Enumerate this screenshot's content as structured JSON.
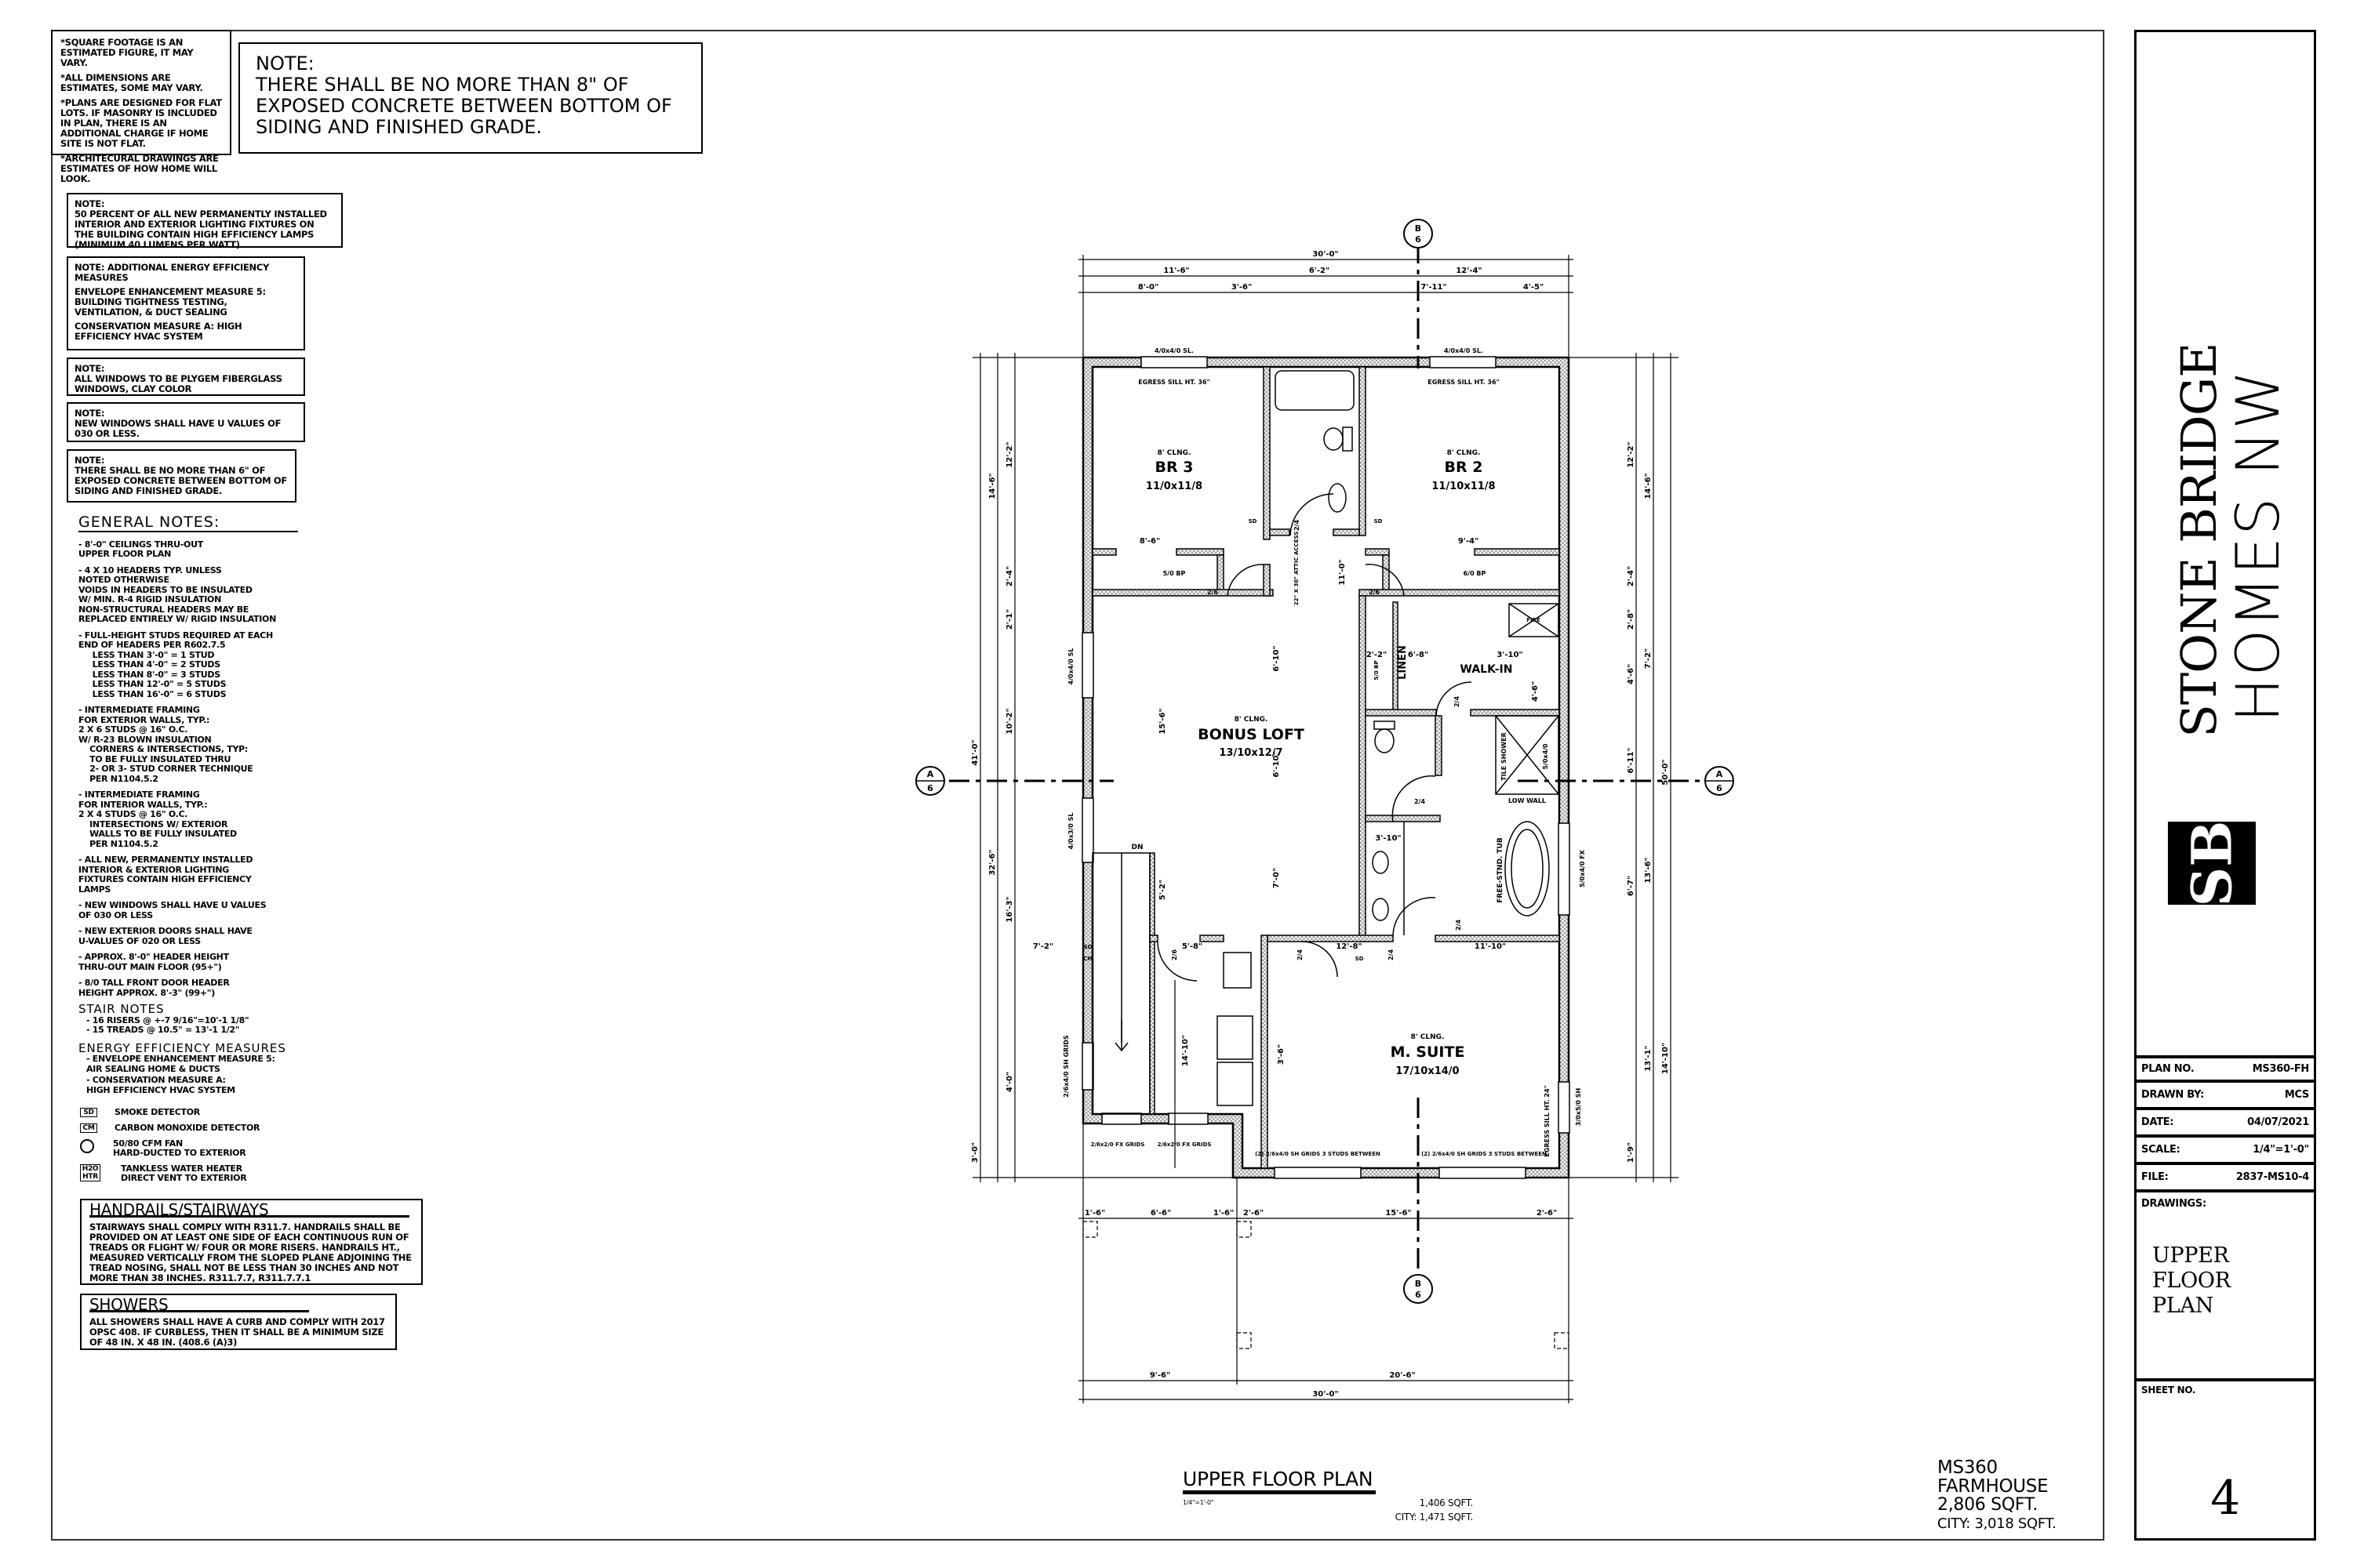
{
  "sheet_notes": [
    "*SQUARE FOOTAGE IS AN ESTIMATED FIGURE, IT MAY VARY.",
    "*ALL DIMENSIONS ARE ESTIMATES, SOME MAY VARY.",
    "*PLANS ARE DESIGNED FOR FLAT LOTS. IF MASONRY IS INCLUDED IN PLAN, THERE IS AN ADDITIONAL CHARGE IF HOME SITE IS NOT FLAT.",
    "*ARCHITECURAL DRAWINGS ARE ESTIMATES OF HOW HOME WILL LOOK."
  ],
  "main_note": {
    "title": "NOTE:",
    "text": "THERE SHALL BE NO MORE THAN 8\" OF EXPOSED CONCRETE BETWEEN BOTTOM OF SIDING AND FINISHED GRADE."
  },
  "note_boxes": [
    {
      "lines": [
        "NOTE:",
        "50 PERCENT OF ALL NEW PERMANENTLY INSTALLED INTERIOR AND EXTERIOR LIGHTING FIXTURES ON THE BUILDING CONTAIN HIGH EFFICIENCY LAMPS (MINIMUM 40 LUMENS PER WATT)"
      ]
    },
    {
      "lines": [
        "NOTE: ADDITIONAL ENERGY EFFICIENCY MEASURES",
        "ENVELOPE ENHANCEMENT MEASURE 5: BUILDING TIGHTNESS TESTING, VENTILATION, & DUCT SEALING",
        "CONSERVATION MEASURE A: HIGH EFFICIENCY HVAC SYSTEM"
      ]
    },
    {
      "lines": [
        "NOTE:",
        "ALL WINDOWS TO BE PLYGEM FIBERGLASS WINDOWS, CLAY COLOR"
      ]
    },
    {
      "lines": [
        "NOTE:",
        "NEW WINDOWS SHALL HAVE U VALUES OF 030 OR LESS."
      ]
    },
    {
      "lines": [
        "NOTE:",
        "THERE SHALL BE NO MORE THAN 6\" OF EXPOSED CONCRETE BETWEEN BOTTOM OF SIDING AND FINISHED GRADE."
      ]
    }
  ],
  "general_notes": {
    "title": "GENERAL NOTES:",
    "items": [
      "- 8'-0\" CEILINGS THRU-OUT\nUPPER FLOOR PLAN",
      "- 4 X 10 HEADERS TYP. UNLESS\nNOTED OTHERWISE\nVOIDS IN HEADERS TO BE INSULATED\nW/ MIN. R-4 RIGID INSULATION\nNON-STRUCTURAL HEADERS MAY BE\nREPLACED ENTIRELY W/ RIGID INSULATION",
      "- FULL-HEIGHT STUDS REQUIRED AT EACH\nEND OF HEADERS PER R602.7.5\n     LESS THAN 3'-0\" = 1 STUD\n     LESS THAN 4'-0\" = 2 STUDS\n     LESS THAN 8'-0\" = 3 STUDS\n     LESS THAN 12'-0\" = 5 STUDS\n     LESS THAN 16'-0\" = 6 STUDS",
      "- INTERMEDIATE FRAMING\nFOR EXTERIOR WALLS, TYP.:\n2 X 6 STUDS @ 16\" O.C.\nW/ R-23 BLOWN INSULATION\n    CORNERS & INTERSECTIONS, TYP:\n    TO BE FULLY INSULATED THRU\n    2- OR 3- STUD CORNER TECHNIQUE\n    PER N1104.5.2",
      "- INTERMEDIATE FRAMING\nFOR INTERIOR WALLS, TYP.:\n2 X 4 STUDS @ 16\" O.C.\n    INTERSECTIONS W/ EXTERIOR\n    WALLS TO BE FULLY INSULATED\n    PER N1104.5.2",
      "- ALL NEW, PERMANENTLY INSTALLED\nINTERIOR & EXTERIOR LIGHTING\nFIXTURES CONTAIN HIGH EFFICIENCY\nLAMPS",
      "- NEW WINDOWS SHALL HAVE U VALUES\nOF 030 OR LESS",
      "- NEW EXTERIOR DOORS SHALL HAVE\nU-VALUES OF 020 OR LESS",
      "- APPROX. 8'-0\" HEADER HEIGHT\nTHRU-OUT MAIN FLOOR (95+\")",
      "- 8/0 TALL FRONT DOOR HEADER\nHEIGHT APPROX. 8'-3\" (99+\")"
    ]
  },
  "stair_notes": {
    "title": "STAIR NOTES",
    "items": [
      "- 16 RISERS @ +-7 9/16\"=10'-1 1/8\"",
      "- 15 TREADS @ 10.5\" = 13'-1 1/2\""
    ]
  },
  "energy_measures": {
    "title": "ENERGY EFFICIENCY MEASURES",
    "items": [
      "- ENVELOPE ENHANCEMENT MEASURE 5:\nAIR SEALING HOME & DUCTS",
      "- CONSERVATION MEASURE A:\nHIGH EFFICIENCY HVAC SYSTEM"
    ]
  },
  "legend": [
    {
      "symbol": "SD",
      "label": "SMOKE DETECTOR"
    },
    {
      "symbol": "CM",
      "label": "CARBON MONOXIDE DETECTOR"
    },
    {
      "symbol": "fan-icon",
      "label": "50/80 CFM FAN\nHARD-DUCTED TO EXTERIOR"
    },
    {
      "symbol": "H2O HTR",
      "label": "TANKLESS WATER HEATER\nDIRECT VENT TO EXTERIOR"
    }
  ],
  "handrails": {
    "title": "HANDRAILS/STAIRWAYS",
    "text": "STAIRWAYS SHALL COMPLY WITH R311.7. HANDRAILS SHALL BE PROVIDED ON AT LEAST ONE SIDE OF EACH CONTINUOUS RUN OF TREADS OR FLIGHT W/ FOUR OR MORE RISERS. HANDRAILS HT., MEASURED VERTICALLY FROM THE SLOPED PLANE ADJOINING THE TREAD NOSING, SHALL NOT BE LESS THAN 30 INCHES AND NOT MORE THAN 38 INCHES. R311.7.7, R311.7.7.1"
  },
  "showers": {
    "title": "SHOWERS",
    "text": "ALL SHOWERS SHALL HAVE A CURB AND COMPLY WITH 2017 OPSC 408. IF CURBLESS, THEN IT SHALL BE A MINIMUM SIZE OF 48 IN. X 48 IN. (408.6 (a)3)"
  },
  "plan": {
    "rooms": [
      {
        "ceiling": "8' CLNG.",
        "name": "BR 3",
        "size": "11/0x11/8"
      },
      {
        "ceiling": "8' CLNG.",
        "name": "BR 2",
        "size": "11/10x11/8"
      },
      {
        "ceiling": "8' CLNG.",
        "name": "BONUS LOFT",
        "size": "13/10x12/7"
      },
      {
        "ceiling": "8' CLNG.",
        "name": "M. SUITE",
        "size": "17/10x14/0"
      }
    ],
    "labels": [
      "WALK-IN",
      "LINEN",
      "TILE SHOWER",
      "5/0x4/0",
      "LOW WALL",
      "FREE-STND. TUB",
      "DN",
      "FIRE",
      "22\" X 30\" ATTIC ACCESS",
      "5/0 BP",
      "6/0 BP",
      "5/0 BP",
      "SD",
      "SD",
      "SD",
      "CM",
      "SD"
    ],
    "openings": [
      "4/0x4/0 SL.",
      "4/0x4/0 SL.",
      "EGRESS SILL HT. 36\"",
      "EGRESS SILL HT. 36\"",
      "4/0x4/0 SL",
      "4/0x3/0 SL",
      "2/6x4/0 SH GRIDS",
      "2/6x2/0 FX GRIDS",
      "2/6x2/0 FX GRIDS",
      "(2) 2/6x4/0 SH GRIDS 3 STUDS BETWEEN",
      "(2) 2/6x4/0 SH GRIDS 3 STUDS BETWEEN",
      "EGRESS SILL HT. 24\"",
      "3/0x5/0 SH",
      "5/0x4/0 FX",
      "2/6",
      "2/6",
      "2/4",
      "2/4",
      "2/4",
      "2/4",
      "2/4",
      "2/4",
      "2/6"
    ],
    "dims": [
      "30'-0\"",
      "11'-6\"",
      "6'-2\"",
      "12'-4\"",
      "8'-0\"",
      "3'-6\"",
      "7'-11\"",
      "4'-5\"",
      "1'-6\"",
      "6'-6\"",
      "1'-6\"",
      "2'-6\"",
      "15'-6\"",
      "2'-6\"",
      "9'-6\"",
      "20'-6\"",
      "30'-0\"",
      "41'-0\"",
      "3'-0\"",
      "14'-6\"",
      "32'-6\"",
      "12'-2\"",
      "2'-4\"",
      "2'-1\"",
      "10'-2\"",
      "16'-3\"",
      "4'-0\"",
      "12'-2\"",
      "14'-6\"",
      "2'-4\"",
      "2'-8\"",
      "7'-2\"",
      "4'-6\"",
      "6'-11\"",
      "13'-6\"",
      "6'-7\"",
      "13'-1\"",
      "14'-10\"",
      "1'-9\"",
      "50'-0\"",
      "8'-6\"",
      "9'-4\"",
      "6'-10\"",
      "6'-10\"",
      "7'-0\"",
      "15'-6\"",
      "5'-2\"",
      "2'-2\"",
      "6'-8\"",
      "3'-10\"",
      "3'-10\"",
      "4'-6\"",
      "7'-2\"",
      "5'-8\"",
      "12'-8\"",
      "11'-10\"",
      "14'-10\"",
      "3'-6\"",
      "11'-0\""
    ],
    "section_markers": [
      {
        "letter": "B",
        "sheet": "6"
      },
      {
        "letter": "B",
        "sheet": "6"
      },
      {
        "letter": "A",
        "sheet": "6"
      },
      {
        "letter": "A",
        "sheet": "6"
      }
    ]
  },
  "drawing_title": {
    "title": "UPPER FLOOR PLAN",
    "scale": "1/4\"=1'-0\"",
    "sqft": "1,406 SQFT.",
    "city_sqft": "CITY: 1,471 SQFT."
  },
  "plan_summary": {
    "model": "MS360",
    "style": "FARMHOUSE",
    "sqft": "2,806 SQFT.",
    "city_sqft": "CITY: 3,018 SQFT."
  },
  "title_block": {
    "company_line1": "STONE BRIDGE",
    "company_line2": "HOMES NW",
    "logo_letters": "SB",
    "rows": [
      {
        "label": "PLAN No.",
        "value": "MS360-FH"
      },
      {
        "label": "DRAWN BY:",
        "value": "MCS"
      },
      {
        "label": "DATE:",
        "value": "04/07/2021"
      },
      {
        "label": "SCALE:",
        "value": "1/4\"=1'-0\""
      },
      {
        "label": "FILE:",
        "value": "2837-MS10-4"
      }
    ],
    "drawings_label": "DRAWINGS:",
    "drawing_name": [
      "UPPER",
      "FLOOR",
      "PLAN"
    ],
    "sheet_label": "SHEET No.",
    "sheet_number": "4"
  }
}
